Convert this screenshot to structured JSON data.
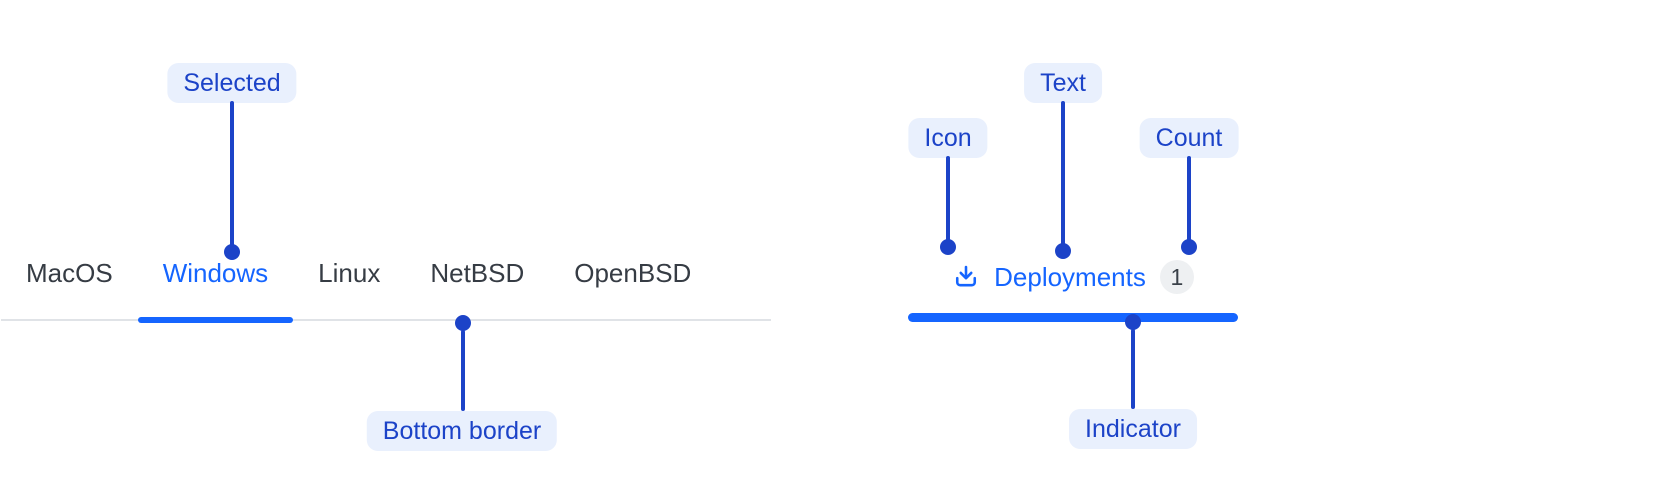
{
  "colors": {
    "accent": "#1565ff",
    "annotation": "#1c43c8",
    "annotation-bg": "#e9f0fd",
    "tab-text": "#363c44",
    "border": "#e0e3e7",
    "badge-bg": "#eef0f2",
    "badge-text": "#3a4149",
    "canvas-bg": "#ffffff"
  },
  "tab_bar": {
    "items": [
      {
        "label": "MacOS",
        "selected": false
      },
      {
        "label": "Windows",
        "selected": true
      },
      {
        "label": "Linux",
        "selected": false
      },
      {
        "label": "NetBSD",
        "selected": false
      },
      {
        "label": "OpenBSD",
        "selected": false
      }
    ]
  },
  "deployments_tab": {
    "icon": "download-icon",
    "label": "Deployments",
    "count": "1"
  },
  "annotations": {
    "selected": {
      "label": "Selected"
    },
    "bottom_border": {
      "label": "Bottom border"
    },
    "icon": {
      "label": "Icon"
    },
    "text": {
      "label": "Text"
    },
    "count": {
      "label": "Count"
    },
    "indicator": {
      "label": "Indicator"
    }
  }
}
